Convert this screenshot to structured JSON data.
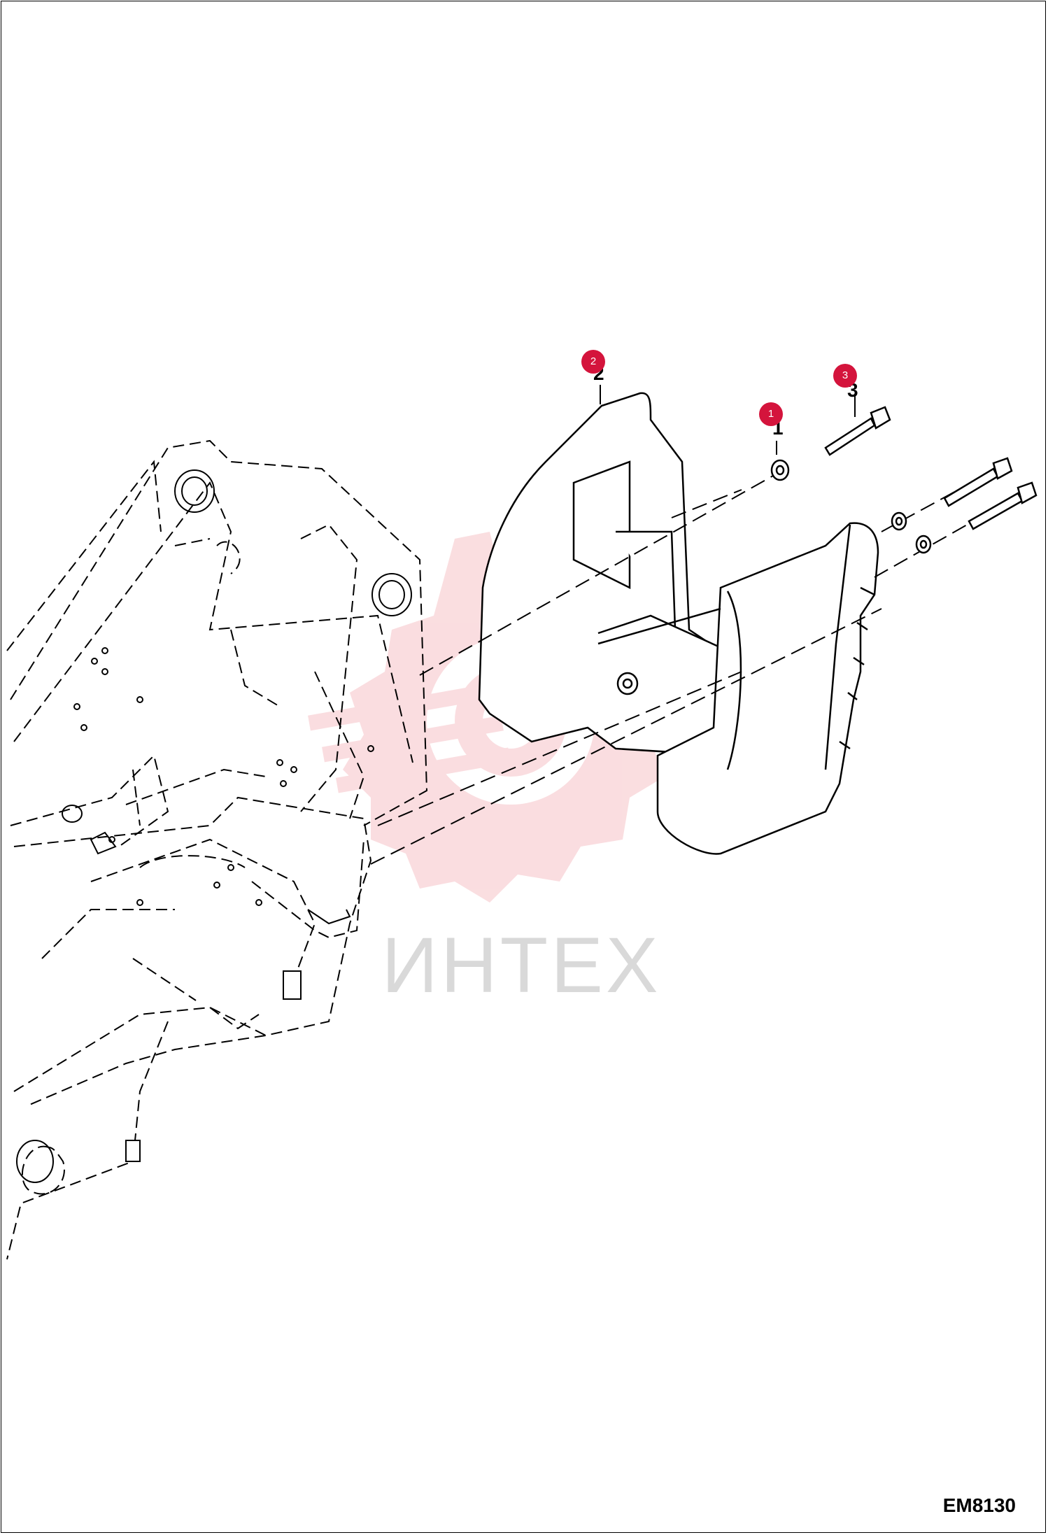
{
  "diagram_code": "EM8130",
  "watermark": {
    "text": "ИНТЕХ",
    "color": "#d9d9d9",
    "gear_color": "#f4b4ba"
  },
  "callouts": [
    {
      "label": "2",
      "item": "2"
    },
    {
      "label": "1",
      "item": "1"
    },
    {
      "label": "3",
      "item": "3"
    }
  ],
  "accent_color": "#d4143c"
}
